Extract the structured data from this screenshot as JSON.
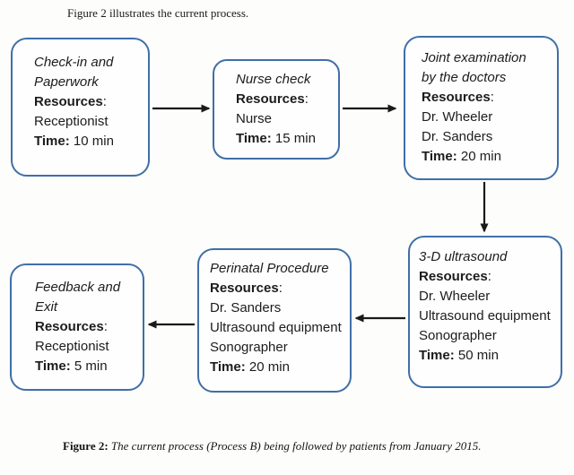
{
  "intro": {
    "text": "Figure 2 illustrates the current process."
  },
  "caption": {
    "label": "Figure 2:",
    "text": "The current process (Process B) being followed by patients from January 2015."
  },
  "labels": {
    "resources": "Resources",
    "resources_colon": ":",
    "time": "Time:"
  },
  "colors": {
    "box_border": "#3f6fa8",
    "arrow": "#1a1a1a",
    "text": "#1c1c1c",
    "background": "#fdfdfc"
  },
  "steps": [
    {
      "id": "check-in",
      "title": "Check-in and Paperwork",
      "resources": [
        "Receptionist"
      ],
      "time": "10 min"
    },
    {
      "id": "nurse-check",
      "title": "Nurse check",
      "resources": [
        "Nurse"
      ],
      "time": "15 min"
    },
    {
      "id": "joint-examination",
      "title": "Joint examination by the doctors",
      "resources": [
        "Dr. Wheeler",
        "Dr. Sanders"
      ],
      "time": "20 min"
    },
    {
      "id": "3d-ultrasound",
      "title": "3-D ultrasound",
      "resources": [
        "Dr. Wheeler",
        "Ultrasound equipment",
        "Sonographer"
      ],
      "time": "50 min"
    },
    {
      "id": "perinatal-procedure",
      "title": "Perinatal Procedure",
      "resources": [
        "Dr. Sanders",
        "Ultrasound equipment",
        "Sonographer"
      ],
      "time": "20 min"
    },
    {
      "id": "feedback-exit",
      "title": "Feedback and Exit",
      "resources": [
        "Receptionist"
      ],
      "time": "5 min"
    }
  ],
  "connections": [
    {
      "from": "check-in",
      "to": "nurse-check",
      "direction": "right"
    },
    {
      "from": "nurse-check",
      "to": "joint-examination",
      "direction": "right"
    },
    {
      "from": "joint-examination",
      "to": "3d-ultrasound",
      "direction": "down"
    },
    {
      "from": "3d-ultrasound",
      "to": "perinatal-procedure",
      "direction": "left"
    },
    {
      "from": "perinatal-procedure",
      "to": "feedback-exit",
      "direction": "left"
    }
  ]
}
